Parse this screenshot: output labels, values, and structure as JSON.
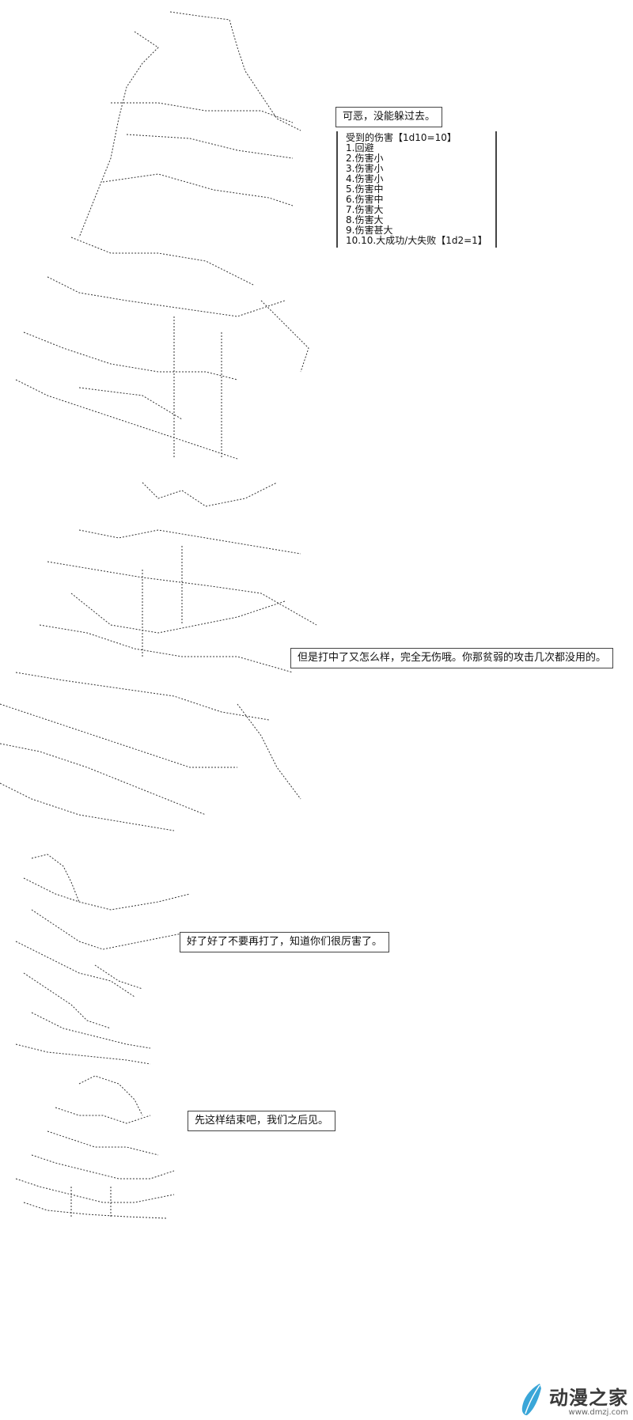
{
  "panel1": {
    "bubble": "可恶，没能躲过去。",
    "status": {
      "title": "受到的伤害【1d10=10】",
      "items": [
        "1.回避",
        "2.伤害小",
        "3.伤害小",
        "4.伤害小",
        "5.伤害中",
        "6.伤害中",
        "7.伤害大",
        "8.伤害大",
        "9.伤害甚大",
        "10.10.大成功/大失败【1d2=1】"
      ]
    }
  },
  "panel2": {
    "bubble": "但是打中了又怎么样，完全无伤哦。你那贫弱的攻击几次都没用的。"
  },
  "panel3": {
    "bubble": "好了好了不要再打了，知道你们很厉害了。"
  },
  "panel4": {
    "bubble": "先这样结束吧，我们之后见。"
  },
  "watermark": {
    "name": "动漫之家",
    "url": "www.dmzj.com"
  },
  "colors": {
    "background": "#ffffff",
    "text": "#111111",
    "logo_accent": "#3aa6d8"
  }
}
